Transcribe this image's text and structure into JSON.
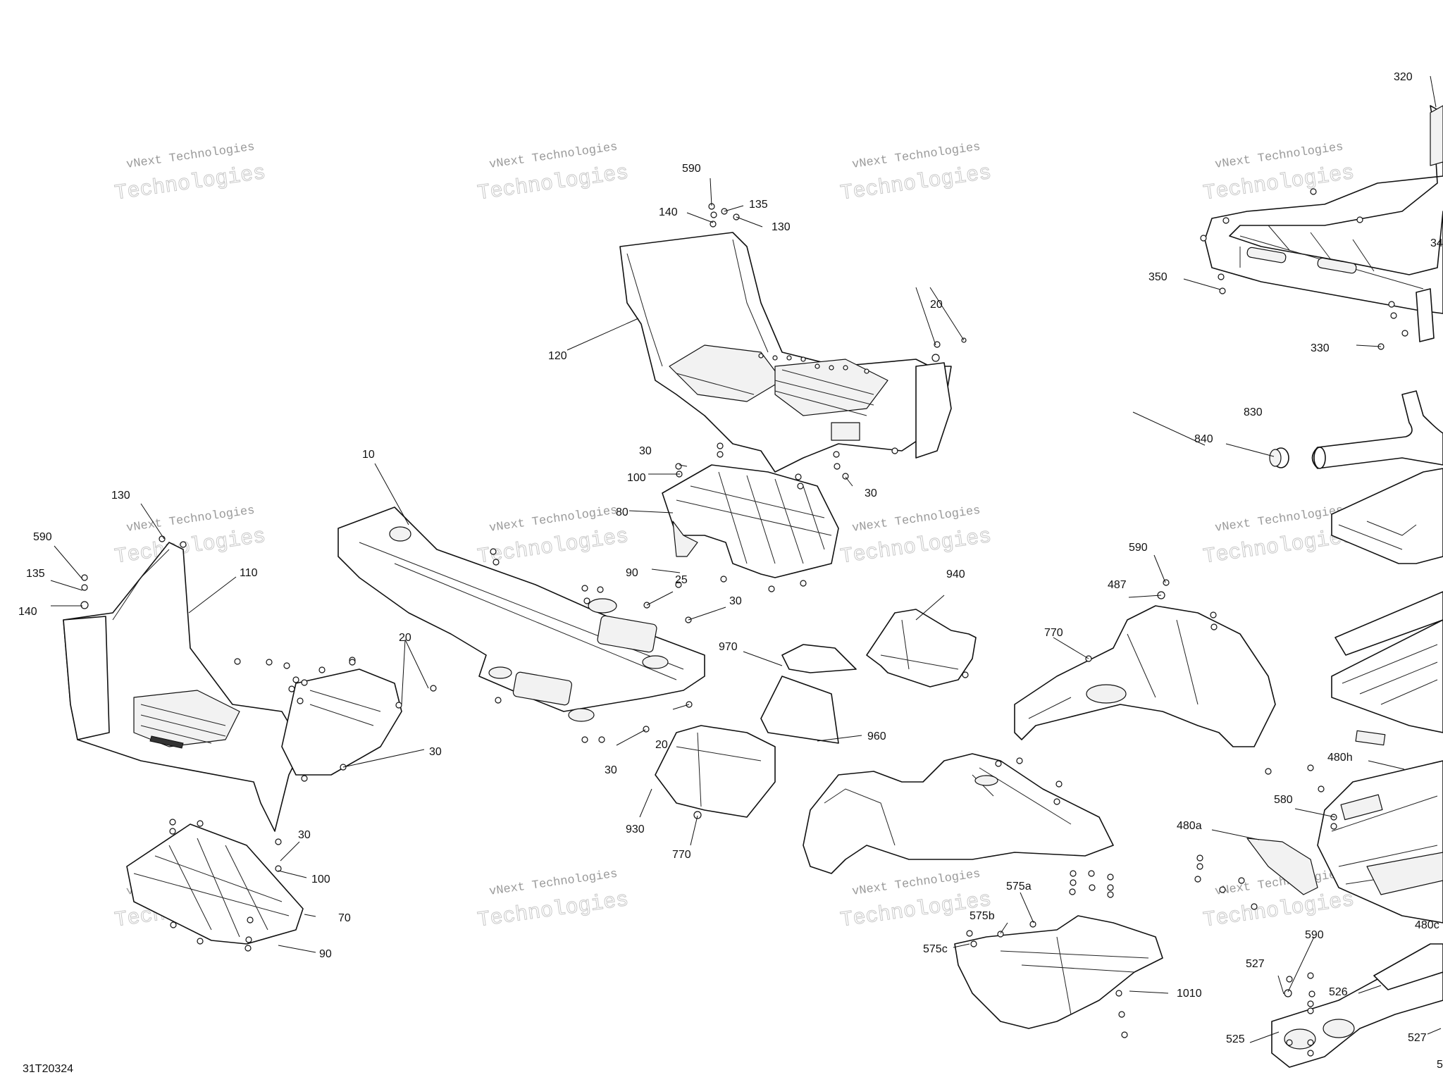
{
  "diagram_code": "31T20324",
  "watermark": {
    "line1": "vNext Technologies",
    "line2": "Technologies"
  },
  "callouts": {
    "c320": "320",
    "c590_top": "590",
    "c135_top": "135",
    "c140_top": "140",
    "c130_top": "130",
    "c350": "350",
    "c34": "34",
    "c120": "120",
    "c20_top": "20",
    "c330": "330",
    "c830": "830",
    "c840": "840",
    "c30_mid1": "30",
    "c100_mid": "100",
    "c30_mid2": "30",
    "c10": "10",
    "c80": "80",
    "c130_left": "130",
    "c590_left": "590",
    "c110": "110",
    "c135_left": "135",
    "c140_left": "140",
    "c90_mid": "90",
    "c25": "25",
    "c30_mid3": "30",
    "c590_right": "590",
    "c940": "940",
    "c487": "487",
    "c770_right": "770",
    "c970": "970",
    "c20_left": "20",
    "c30_left": "30",
    "c20_mid": "20",
    "c30_mid4": "30",
    "c960": "960",
    "c930": "930",
    "c770_mid": "770",
    "c480h": "480h",
    "c580": "580",
    "c480a": "480a",
    "c30_bot": "30",
    "c100_bot": "100",
    "c70": "70",
    "c90_bot": "90",
    "c575a": "575a",
    "c575b": "575b",
    "c575c": "575c",
    "c1010": "1010",
    "c480c": "480c",
    "c590_br": "590",
    "c527_a": "527",
    "c526": "526",
    "c525": "525",
    "c527_b": "527",
    "c5": "5"
  }
}
